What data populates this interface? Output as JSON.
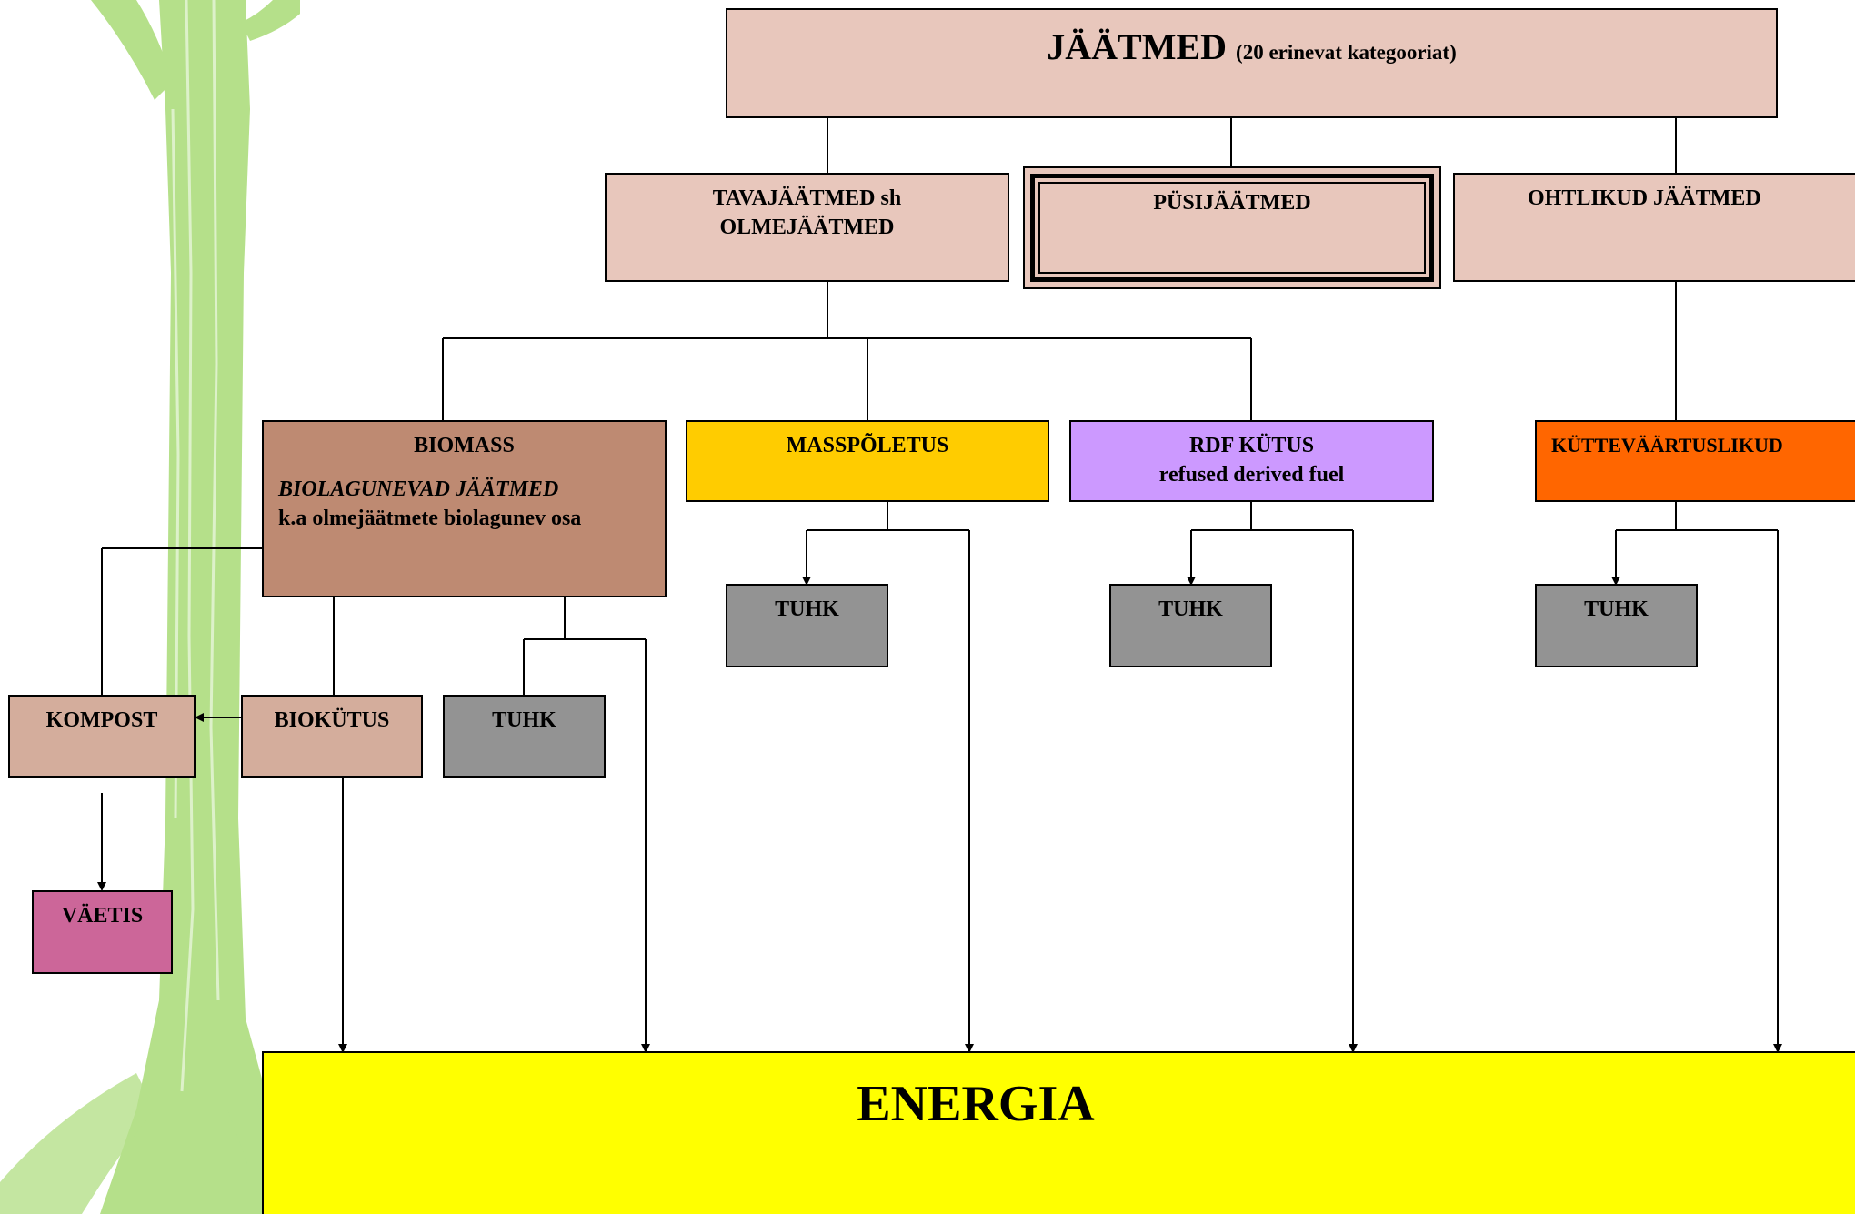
{
  "colors": {
    "top": "#e8c7bc",
    "biomass": "#be8a72",
    "masspoletus": "#ffcc00",
    "rdf": "#cc99ff",
    "kutte": "#ff6600",
    "tuhk": "#939393",
    "kompost": "#d4ad9c",
    "vaetis": "#cc6699",
    "energia": "#ffff00",
    "tree": "#b5e08a"
  },
  "diagram": {
    "top": {
      "title": "JÄÄTMED",
      "subtitle": "(20 erinevat kategooriat)"
    },
    "tavajaatmed": {
      "line1": "TAVAJÄÄTMED sh",
      "line2": "OLMEJÄÄTMED"
    },
    "pusijaatmed": {
      "label": "PÜSIJÄÄTMED"
    },
    "ohtlikud": {
      "label": "OHTLIKUD JÄÄTMED"
    },
    "biomass": {
      "title": "BIOMASS",
      "italic": "BIOLAGUNEVAD JÄÄTMED",
      "desc": "k.a olmejäätmete biolagunev osa"
    },
    "masspoletus": {
      "label": "MASSPÕLETUS"
    },
    "rdf": {
      "line1": "RDF KÜTUS",
      "line2": "refused derived fuel"
    },
    "kutte": {
      "label": "KÜTTEVÄÄRTUSLIKUD"
    },
    "tuhk_label": "TUHK",
    "kompost": {
      "label": "KOMPOST"
    },
    "biokutus": {
      "label": "BIOKÜTUS"
    },
    "vaetis": {
      "label": "VÄETIS"
    },
    "energia": {
      "label": "ENERGIA"
    }
  }
}
